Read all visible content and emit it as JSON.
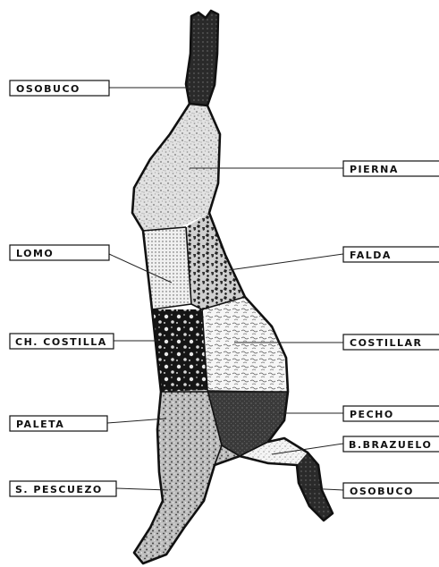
{
  "labels": {
    "osobuco_top": "OSOBUCO",
    "pierna": "PIERNA",
    "lomo": "LOMO",
    "falda": "FALDA",
    "ch_costilla": "CH. COSTILLA",
    "costillar": "COSTILLAR",
    "paleta": "PALETA",
    "pecho": "PECHO",
    "b_brazuelo": "B.BRAZUELO",
    "s_pescuezo": "S. PESCUEZO",
    "osobuco_bottom": "OSOBUCO"
  },
  "colors": {
    "ink": "#111111",
    "paper": "#ffffff"
  }
}
